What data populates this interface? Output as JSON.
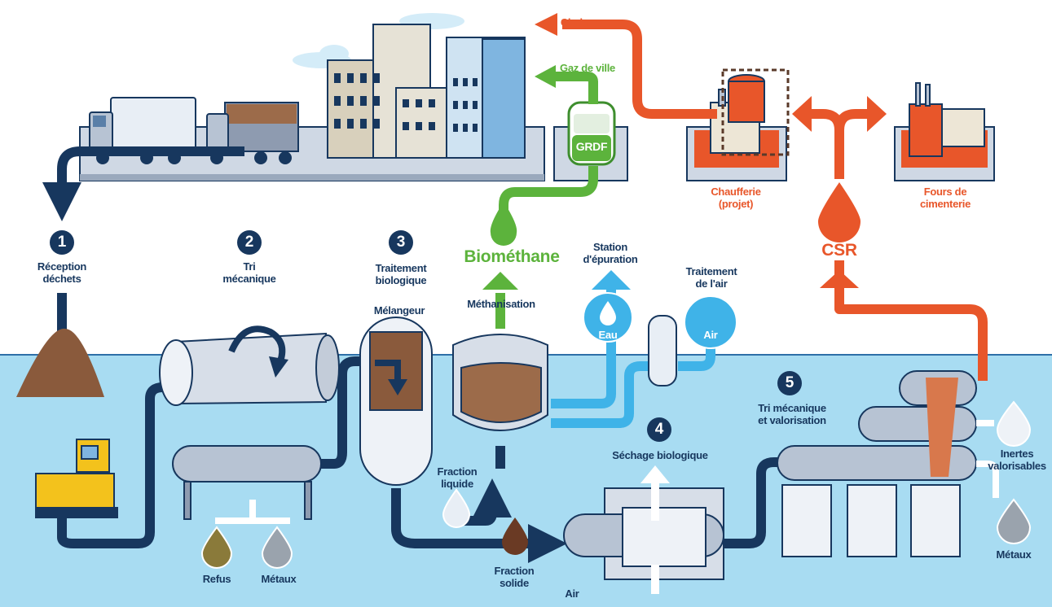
{
  "steps": [
    {
      "number": "1",
      "label": "Réception\ndéchets"
    },
    {
      "number": "2",
      "label": "Tri\nmécanique"
    },
    {
      "number": "3",
      "label": "Traitement\nbiologique"
    },
    {
      "number": "4",
      "label": "Séchage biologique"
    },
    {
      "number": "5",
      "label": "Tri mécanique\net valorisation"
    }
  ],
  "labels": {
    "chaleur": "Chaleur",
    "gaz_de_ville": "Gaz de ville",
    "grdf": "GRDF",
    "chaufferie": "Chaufferie\n(projet)",
    "fours": "Fours de\ncimenterie",
    "csr": "CSR",
    "biomethane": "Biométhane",
    "methanisation": "Méthanisation",
    "melangeur": "Mélangeur",
    "station": "Station\nd'épuration",
    "eau": "Eau",
    "traitement_air": "Traitement\nde l'air",
    "air_bubble": "Air",
    "fraction_liquide": "Fraction\nliquide",
    "fraction_solide": "Fraction\nsolide",
    "air_bottom": "Air",
    "refus": "Refus",
    "metaux_1": "Métaux",
    "inertes": "Inertes\nvalorisables",
    "metaux_2": "Métaux"
  },
  "colors": {
    "navy": "#17375e",
    "orange": "#e8562a",
    "green": "#5cb33c",
    "cyan": "#3fb3e8",
    "water_bg": "#a8dcf2",
    "platform": "#cfd8e4"
  }
}
